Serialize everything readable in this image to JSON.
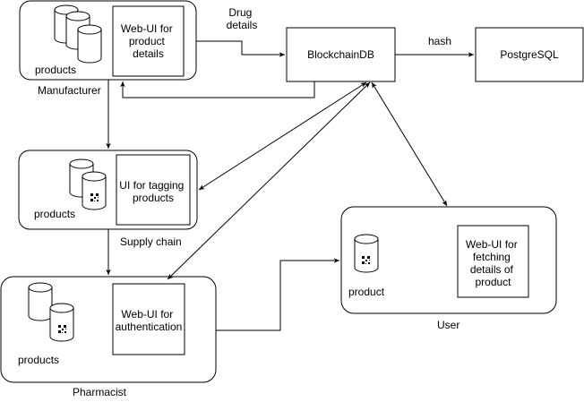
{
  "nodes": {
    "manufacturer": {
      "caption": "Manufacturer",
      "store_label": "products",
      "ui_lines": [
        "Web-UI for",
        "product",
        "details"
      ]
    },
    "supply_chain": {
      "caption": "Supply chain",
      "store_label": "products",
      "ui_lines": [
        "UI for tagging",
        "products"
      ]
    },
    "pharmacist": {
      "caption": "Pharmacist",
      "store_label": "products",
      "ui_lines": [
        "Web-UI for",
        "authentication"
      ]
    },
    "user": {
      "caption": "User",
      "store_label": "product",
      "ui_lines": [
        "Web-UI for",
        "fetching",
        "details of",
        "product"
      ]
    },
    "blockchain": {
      "label": "BlockchainDB"
    },
    "postgres": {
      "label": "PostgreSQL"
    }
  },
  "edges": {
    "drug_details": {
      "label_lines": [
        "Drug",
        "details"
      ]
    },
    "hash": {
      "label": "hash"
    }
  }
}
